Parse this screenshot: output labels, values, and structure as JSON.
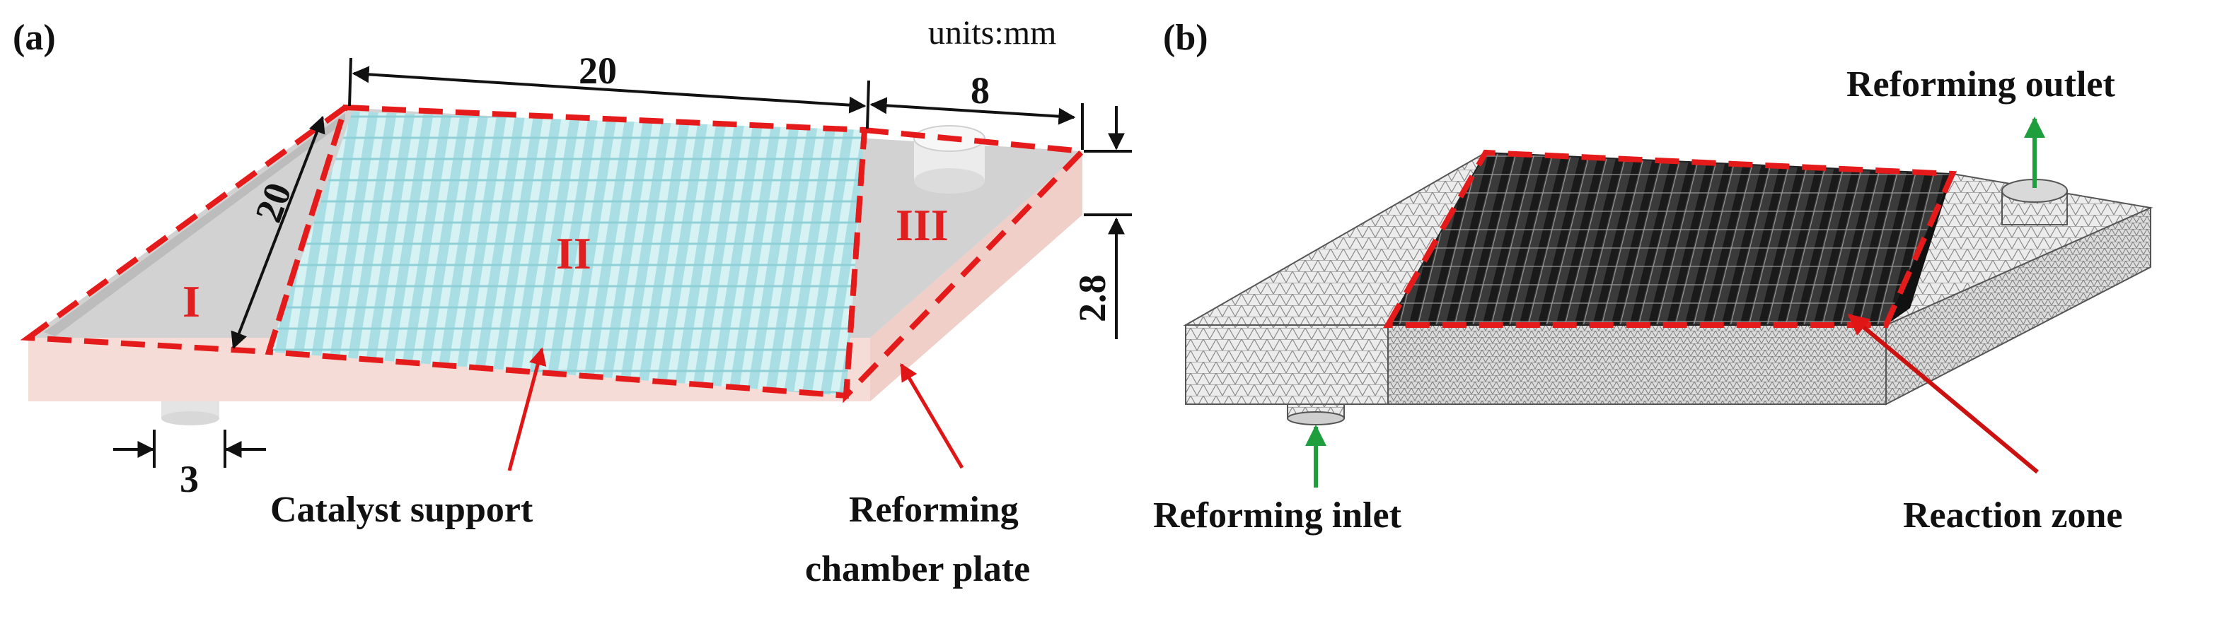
{
  "panel_a": {
    "tag": "(a)",
    "units": "units:mm",
    "dim_top_width": "20",
    "dim_side_depth": "20",
    "dim_outlet_width": "8",
    "dim_thickness": "2.8",
    "dim_inlet_width": "3",
    "region_1": "I",
    "region_2": "II",
    "region_3": "III",
    "label_catalyst": "Catalyst support",
    "label_plate_line1": "Reforming",
    "label_plate_line2": "chamber plate",
    "colors": {
      "plate_side": "#f6dcd6",
      "plate_top": "#c9c9c9",
      "catalyst": "#bfe9ec",
      "dashed_outline": "#e51b1b",
      "arrow": "#e51b1b"
    }
  },
  "panel_b": {
    "tag": "(b)",
    "label_outlet": "Reforming outlet",
    "label_inlet": "Reforming inlet",
    "label_reaction": "Reaction zone",
    "colors": {
      "mesh_light": "#e6e6e6",
      "mesh_dark": "#333333",
      "flow_arrow": "#1e9e3c",
      "pointer_arrow": "#cc1111"
    }
  }
}
